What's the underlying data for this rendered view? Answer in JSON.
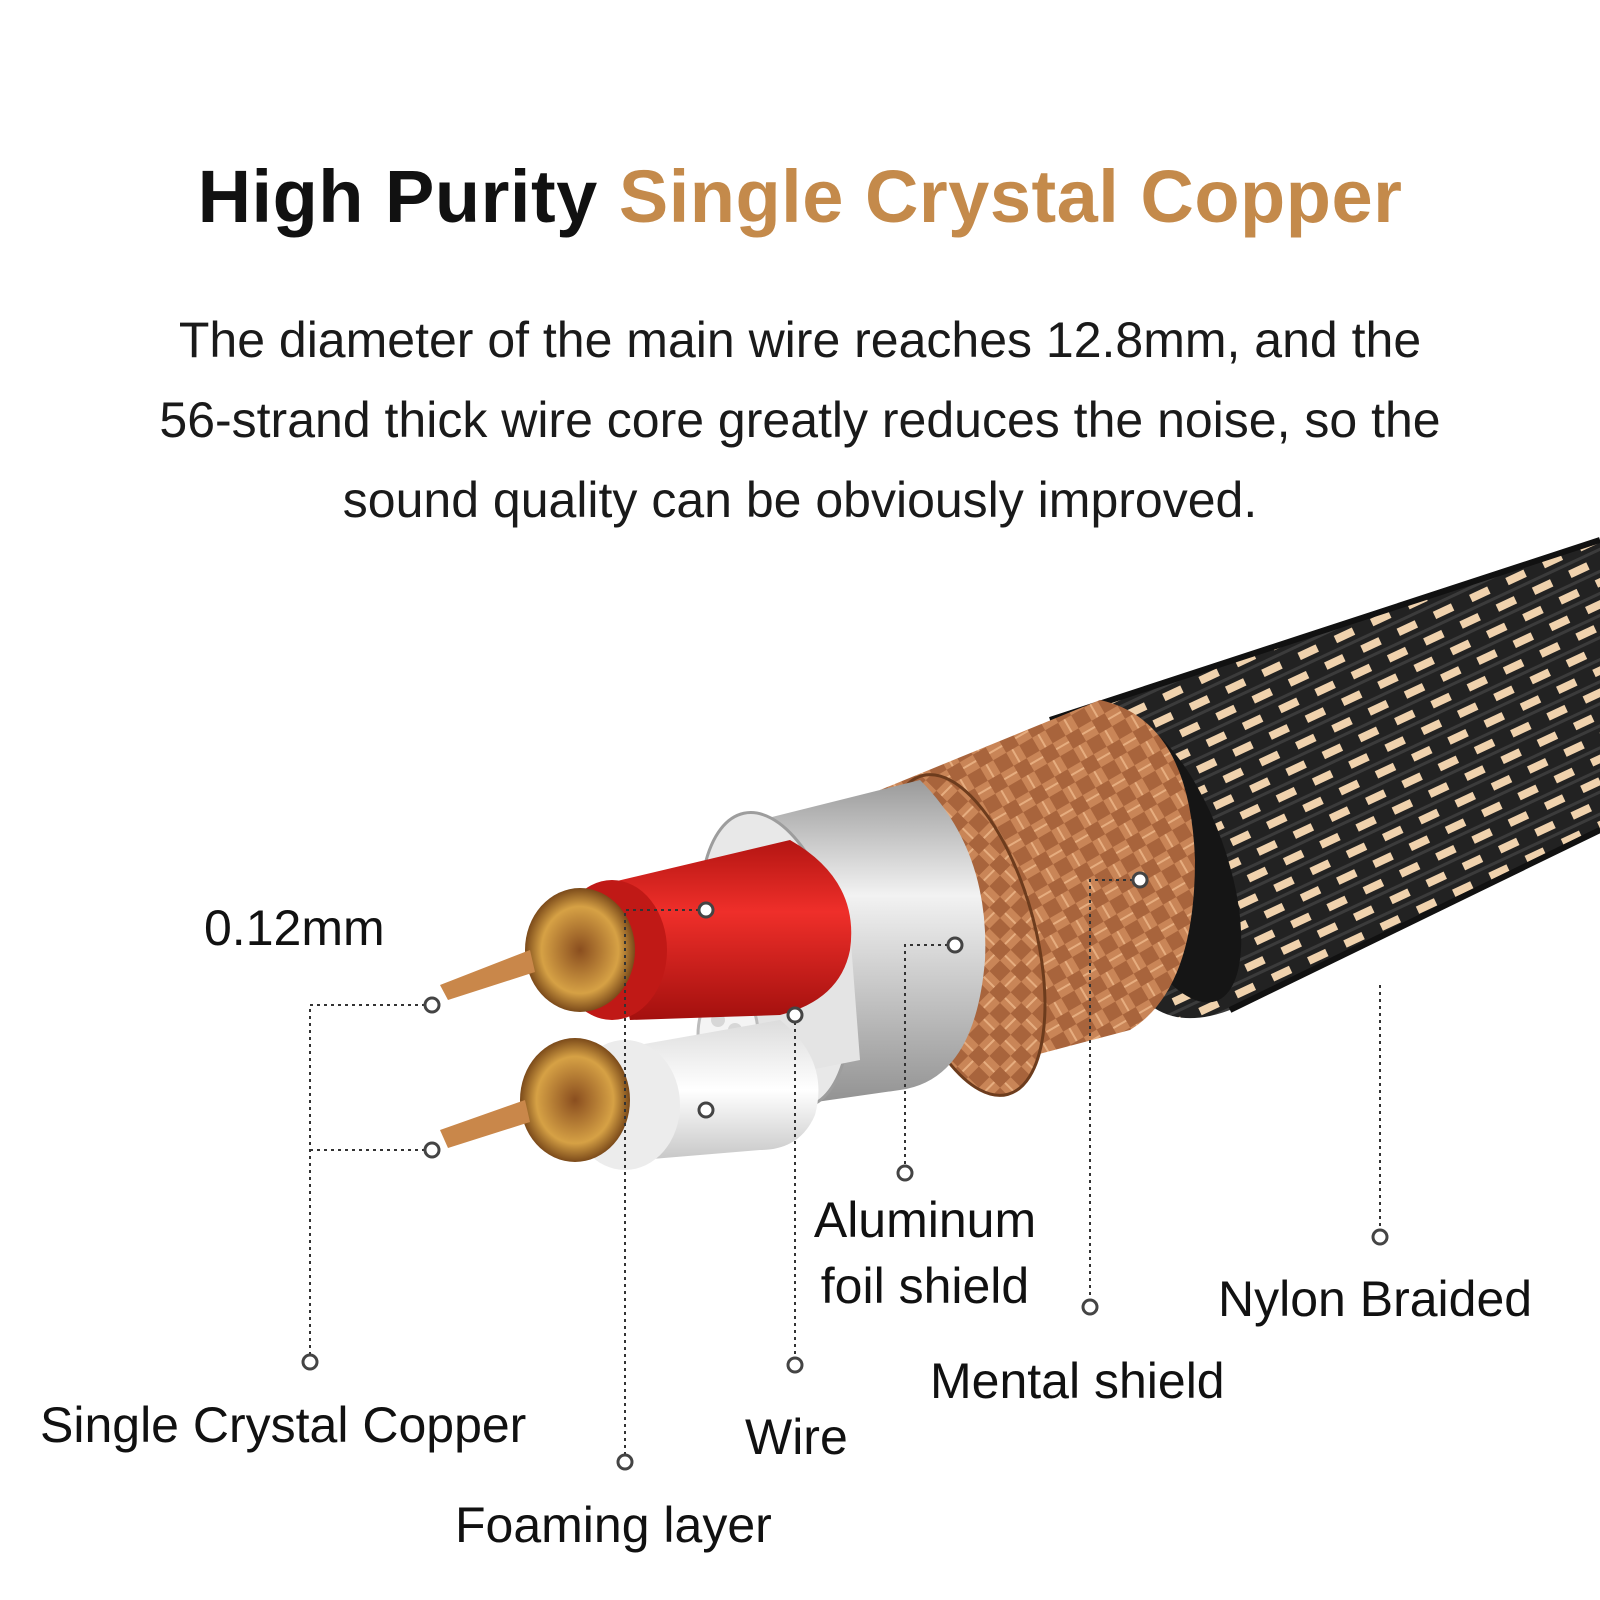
{
  "headline": {
    "prefix": "High Purity",
    "accent": "Single Crystal Copper",
    "accent_color": "#c48a4b"
  },
  "description": [
    "The diameter of the main wire reaches 12.8mm, and the",
    "56-strand thick wire core greatly reduces the noise, so the",
    "sound quality can be obviously improved."
  ],
  "callouts": {
    "strand_size": "0.12mm",
    "copper": "Single Crystal Copper",
    "foaming": "Foaming layer",
    "wire": "Wire",
    "aluminum_line1": "Aluminum",
    "aluminum_line2": "foil shield",
    "metal_shield": "Mental shield",
    "nylon": "Nylon Braided"
  },
  "colors": {
    "copper": "#c9874a",
    "red_insulation": "#d9211d",
    "foil": "#c9c9c9",
    "braid_dark": "#1d1d1d",
    "braid_light": "#e8c39a"
  }
}
